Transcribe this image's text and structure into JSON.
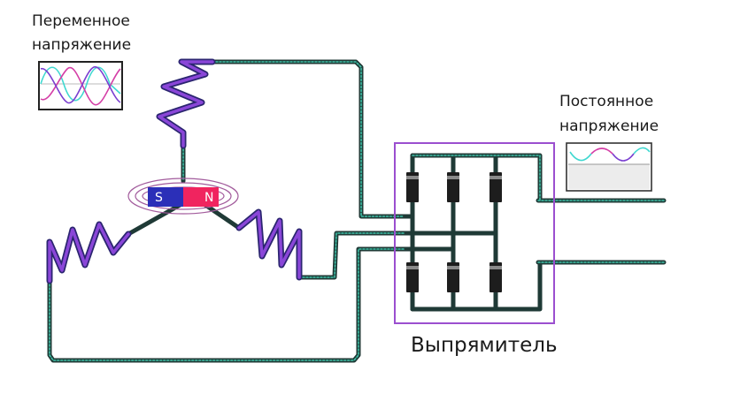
{
  "labels": {
    "ac_line1": "Переменное",
    "ac_line2": "напряжение",
    "dc_line1": "Постоянное",
    "dc_line2": "напряжение",
    "rectifier": "Выпрямитель"
  },
  "magnet": {
    "south": "S",
    "north": "N"
  },
  "colors": {
    "wire_outer": "#1f3a36",
    "wire_inner": "#3ec1a8",
    "coil_outer": "#2b2570",
    "coil_inner": "#8a46d8",
    "magnet_south": "#2b2fb8",
    "magnet_north": "#f0245f",
    "rectifier_frame": "#9b4fcf",
    "wave_cyan": "#3fd8d0",
    "wave_magenta": "#d43ea6",
    "wave_purple": "#7a3fd0"
  },
  "icons": [
    "coil-icon",
    "magnet-icon",
    "diode-icon",
    "waveform-icon"
  ]
}
